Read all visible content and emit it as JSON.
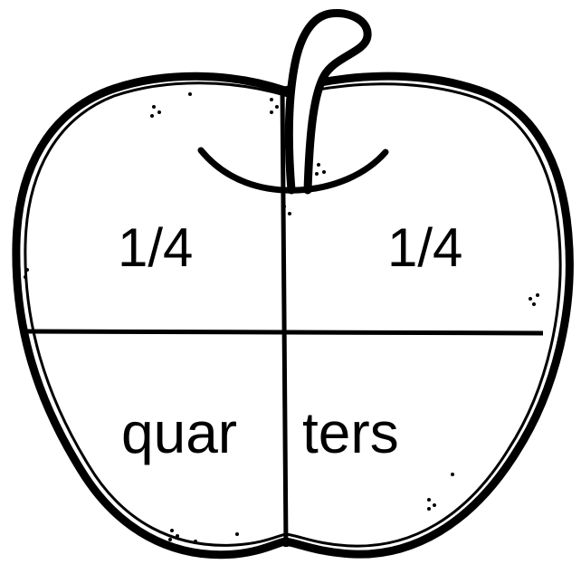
{
  "quadrants": {
    "top_left": "1/4",
    "top_right": "1/4",
    "bottom_left": "quar",
    "bottom_right": "ters"
  },
  "colors": {
    "outline": "#000000",
    "fill": "#ffffff"
  }
}
